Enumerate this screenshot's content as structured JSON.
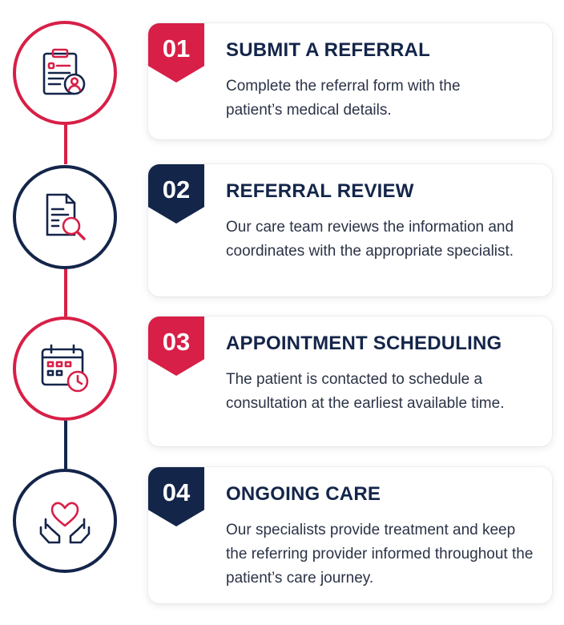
{
  "colors": {
    "red": "#d81f47",
    "navy": "#14254a"
  },
  "steps": [
    {
      "number": "01",
      "title": "SUBMIT A REFERRAL",
      "description": "Complete the referral form with the patient’s medical details.",
      "icon": "clipboard-user-icon",
      "accent": "red"
    },
    {
      "number": "02",
      "title": "REFERRAL REVIEW",
      "description": "Our care team reviews the information and coordinates with the appropriate specialist.",
      "icon": "document-search-icon",
      "accent": "navy"
    },
    {
      "number": "03",
      "title": "APPOINTMENT SCHEDULING",
      "description": "The patient is contacted to schedule a consultation at the earliest available time.",
      "icon": "calendar-clock-icon",
      "accent": "red"
    },
    {
      "number": "04",
      "title": "ONGOING CARE",
      "description": "Our specialists provide treatment and keep the referring provider informed throughout the patient’s care journey.",
      "icon": "heart-hands-icon",
      "accent": "navy"
    }
  ]
}
